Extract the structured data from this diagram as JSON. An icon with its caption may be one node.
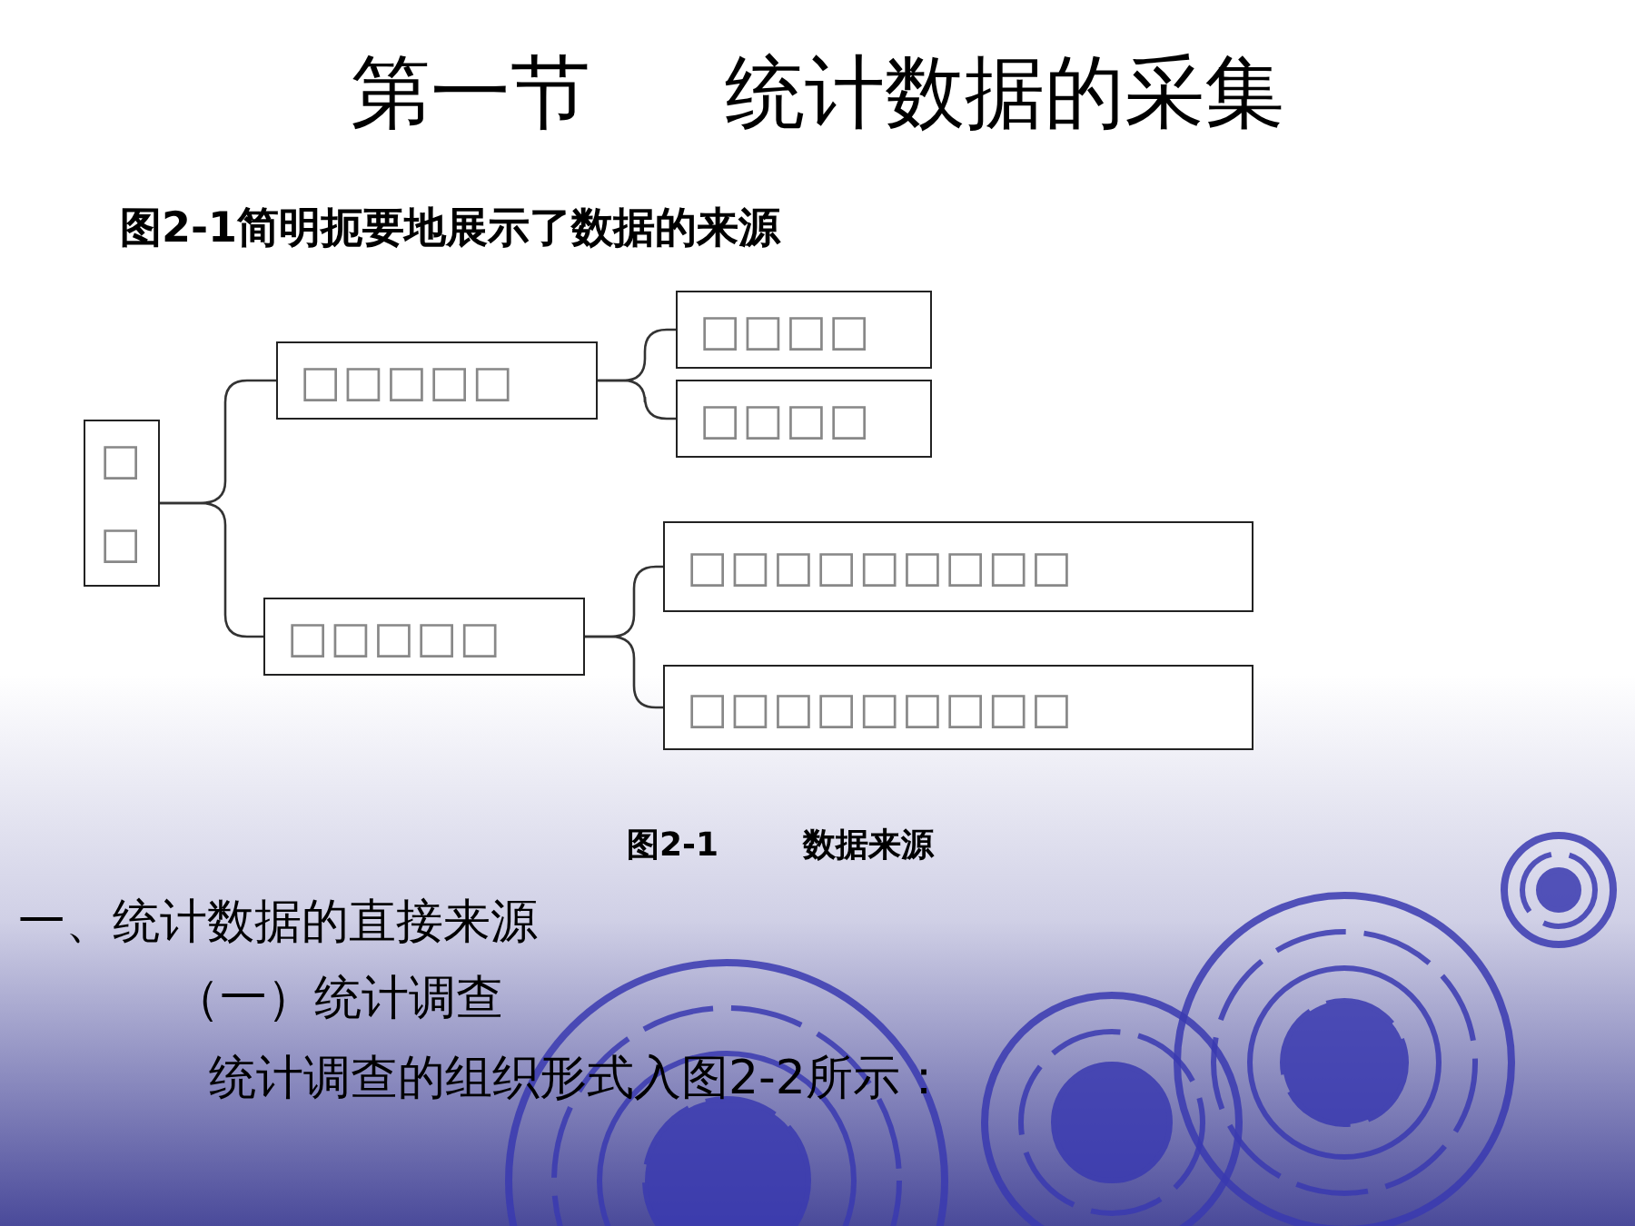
{
  "diagram": {
    "title": "第一节 统计数据的采集",
    "caption": "图2-1 数据来源",
    "nodes": [
      {
        "text": [
          "□□"
        ]
      },
      {
        "text": [
          "□□□□□"
        ]
      },
      {
        "text": [
          "□□□□"
        ]
      },
      {
        "text": [
          "□□□□"
        ]
      },
      {
        "text": [
          "□□□□□"
        ]
      },
      {
        "text": [
          "□□□□□□□□□"
        ]
      },
      {
        "text": [
          "□□□□□□□□□"
        ]
      }
    ],
    "edges": [
      {
        "from": 0,
        "to": 1,
        "arrow": "none"
      },
      {
        "from": 0,
        "to": 4,
        "arrow": "none"
      },
      {
        "from": 1,
        "to": 2,
        "arrow": "none"
      },
      {
        "from": 1,
        "to": 3,
        "arrow": "none"
      },
      {
        "from": 4,
        "to": 5,
        "arrow": "none"
      },
      {
        "from": 4,
        "to": 6,
        "arrow": "none"
      }
    ],
    "labels": [
      "图2-1简明扼要地展示了数据的来源",
      "一、统计数据的直接来源",
      "（一）统计调查",
      "统计调查的组织形式入图2-2所示："
    ]
  }
}
